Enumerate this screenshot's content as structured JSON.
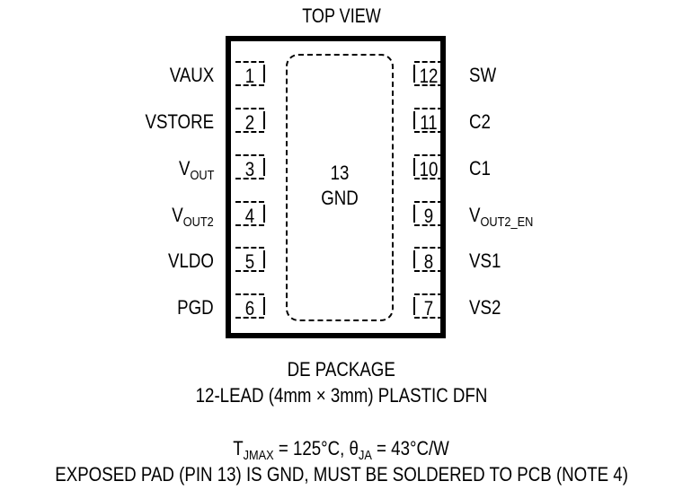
{
  "title": "TOP VIEW",
  "exposed_pad": {
    "number": "13",
    "name": "GND"
  },
  "left_pins": [
    {
      "num": "1",
      "label": "VAUX",
      "sub": ""
    },
    {
      "num": "2",
      "label": "VSTORE",
      "sub": ""
    },
    {
      "num": "3",
      "label": "V",
      "sub": "OUT"
    },
    {
      "num": "4",
      "label": "V",
      "sub": "OUT2"
    },
    {
      "num": "5",
      "label": "VLDO",
      "sub": ""
    },
    {
      "num": "6",
      "label": "PGD",
      "sub": ""
    }
  ],
  "right_pins": [
    {
      "num": "12",
      "label": "SW",
      "sub": ""
    },
    {
      "num": "11",
      "label": "C2",
      "sub": ""
    },
    {
      "num": "10",
      "label": "C1",
      "sub": ""
    },
    {
      "num": "9",
      "label": "V",
      "sub": "OUT2_EN"
    },
    {
      "num": "8",
      "label": "VS1",
      "sub": ""
    },
    {
      "num": "7",
      "label": "VS2",
      "sub": ""
    }
  ],
  "package": {
    "name": "DE PACKAGE",
    "desc": "12-LEAD (4mm × 3mm) PLASTIC DFN"
  },
  "thermal": {
    "tj_label": "T",
    "tj_sub": "JMAX",
    "tj_value": " = 125°C, θ",
    "theta_sub": "JA",
    "theta_value": " = 43°C/W"
  },
  "note": "EXPOSED PAD (PIN 13) IS GND, MUST BE SOLDERED TO PCB (NOTE 4)"
}
